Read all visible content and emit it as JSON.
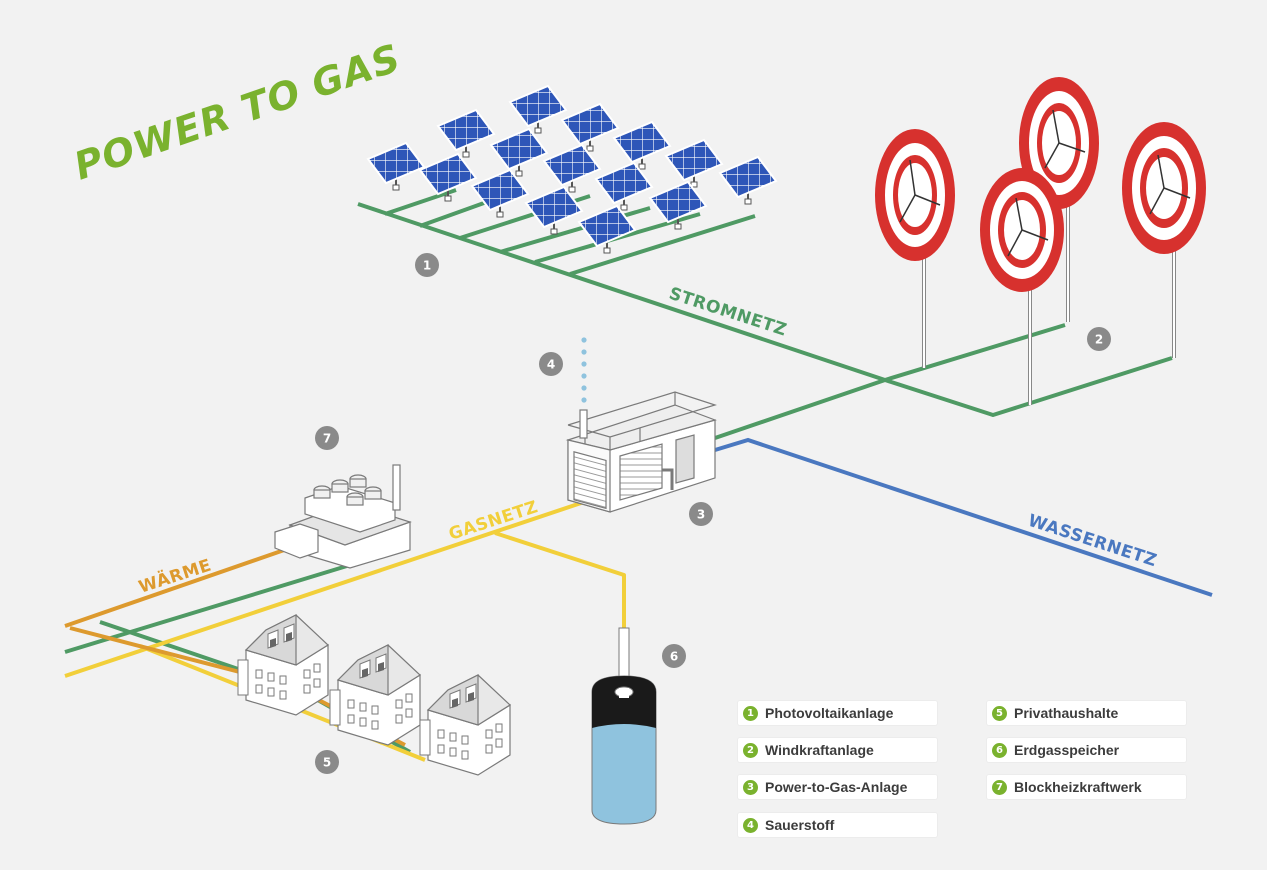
{
  "title": "POWER TO GAS",
  "networks": {
    "strom": "STROMNETZ",
    "wasser": "WASSERNETZ",
    "gas": "GASNETZ",
    "waerme": "WÄRME"
  },
  "colors": {
    "title": "#7ab22e",
    "strom": "#4f9a64",
    "wasser": "#4a78c0",
    "gas": "#f2cf3a",
    "waerme": "#dd9a2e",
    "badge": "#8a8a8a",
    "legend_badge": "#7ab22e",
    "solar": "#2e56b8",
    "wind": "#d7312e",
    "water": "#8fc3de"
  },
  "badges": [
    "1",
    "2",
    "3",
    "4",
    "5",
    "6",
    "7"
  ],
  "legend": [
    {
      "num": "1",
      "label": "Photovoltaikanlage"
    },
    {
      "num": "2",
      "label": "Windkraftanlage"
    },
    {
      "num": "3",
      "label": "Power-to-Gas-Anlage"
    },
    {
      "num": "4",
      "label": "Sauerstoff"
    },
    {
      "num": "5",
      "label": "Privathaushalte"
    },
    {
      "num": "6",
      "label": "Erdgasspeicher"
    },
    {
      "num": "7",
      "label": "Blockheizkraftwerk"
    }
  ]
}
